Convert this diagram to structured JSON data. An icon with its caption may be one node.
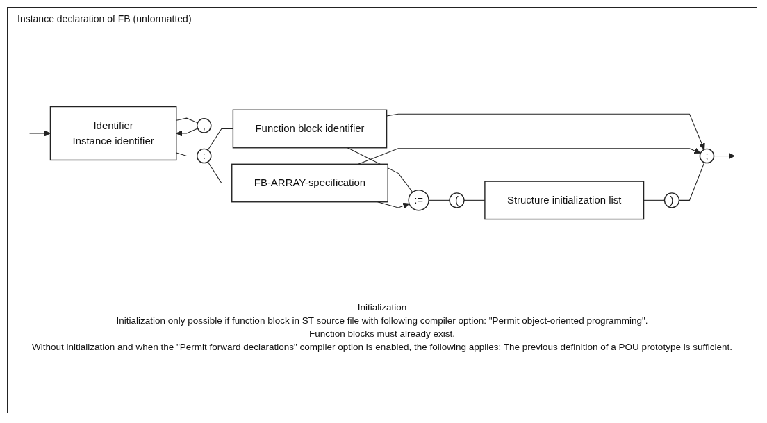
{
  "diagram": {
    "title": "Instance declaration of FB (unformatted)",
    "nodes": [
      {
        "text": [
          "Identifier",
          "Instance identifier"
        ]
      },
      {
        "text": [
          ","
        ]
      },
      {
        "text": [
          ":"
        ]
      },
      {
        "text": [
          "Function block identifier"
        ]
      },
      {
        "text": [
          "FB-ARRAY-specification"
        ]
      },
      {
        "text": [
          ":="
        ]
      },
      {
        "text": [
          "("
        ]
      },
      {
        "text": [
          "Structure initialization list"
        ]
      },
      {
        "text": [
          ")"
        ]
      },
      {
        "text": [
          ";"
        ]
      }
    ],
    "edges": [
      {
        "from": null,
        "to": 0,
        "arrow": "to"
      },
      {
        "from": 0,
        "to": 2,
        "arrow": "none"
      },
      {
        "from": 0,
        "to": 1,
        "arrow": "none"
      },
      {
        "from": 1,
        "to": 0,
        "arrow": "to"
      },
      {
        "from": 2,
        "to": 3,
        "arrow": "none"
      },
      {
        "from": 2,
        "to": 4,
        "arrow": "none"
      },
      {
        "from": 3,
        "to": 5,
        "arrow": "none"
      },
      {
        "from": 4,
        "to": 5,
        "arrow": "to"
      },
      {
        "from": 3,
        "to": 9,
        "arrow": "to"
      },
      {
        "from": 4,
        "to": 9,
        "arrow": "to"
      },
      {
        "from": 5,
        "to": 6,
        "arrow": "none"
      },
      {
        "from": 6,
        "to": 7,
        "arrow": "none"
      },
      {
        "from": 7,
        "to": 8,
        "arrow": "none"
      },
      {
        "from": 8,
        "to": 9,
        "arrow": "none"
      },
      {
        "from": 9,
        "to": null,
        "arrow": "to"
      }
    ],
    "labels": [
      "Initialization",
      "Initialization only possible if function block in ST source file with following compiler option: \"Permit object-oriented programming\".",
      "Function blocks must already exist.",
      "Without initialization and when the \"Permit forward declarations\" compiler option is enabled, the following applies: The previous definition of a POU prototype is sufficient."
    ]
  }
}
